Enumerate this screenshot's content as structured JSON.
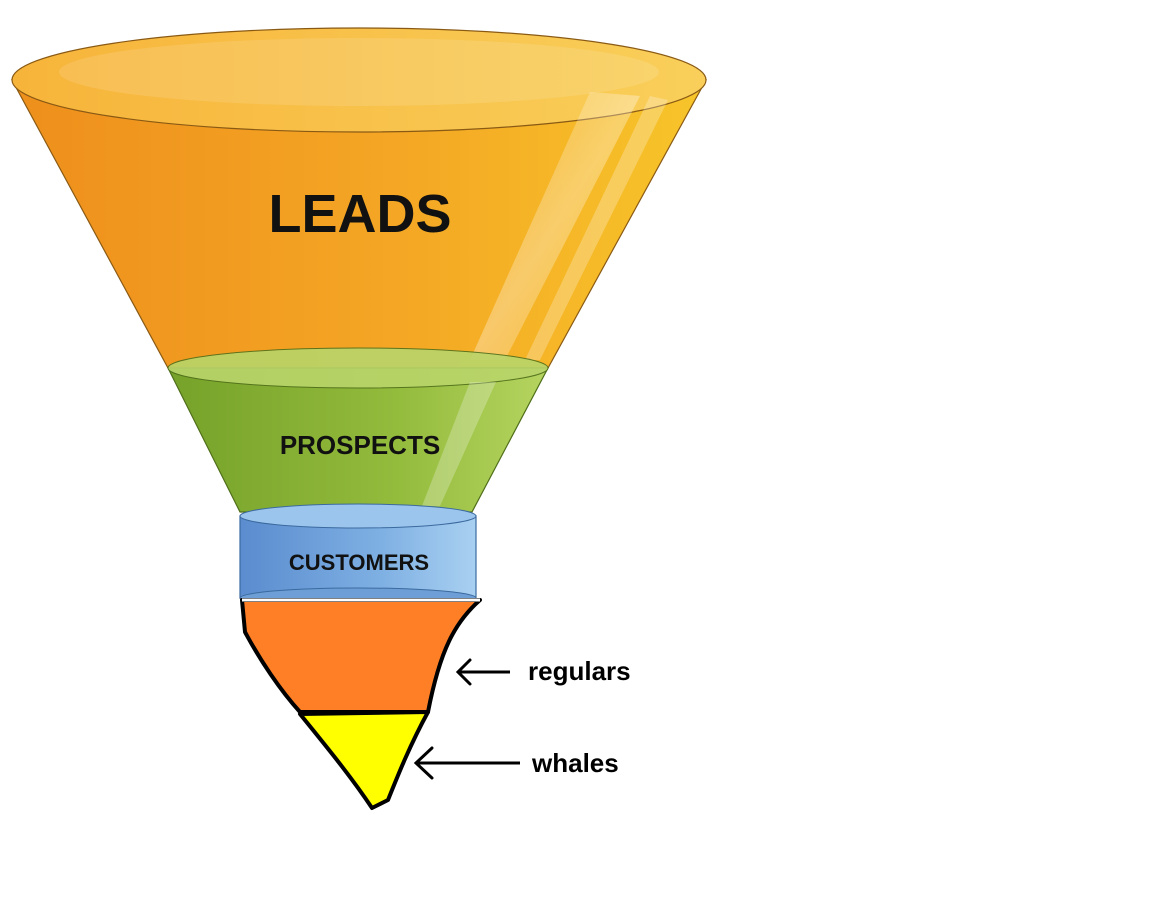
{
  "funnel": {
    "stages": [
      {
        "label": "LEADS",
        "color": "#f29a1f"
      },
      {
        "label": "PROSPECTS",
        "color": "#86b234"
      },
      {
        "label": "CUSTOMERS",
        "color": "#6a9fd8"
      }
    ],
    "hand_drawn": [
      {
        "name": "regulars",
        "color": "#ff7f27"
      },
      {
        "name": "whales",
        "color": "#ffff00"
      }
    ]
  },
  "annotations": {
    "regulars_label": "regulars",
    "whales_label": "whales"
  }
}
